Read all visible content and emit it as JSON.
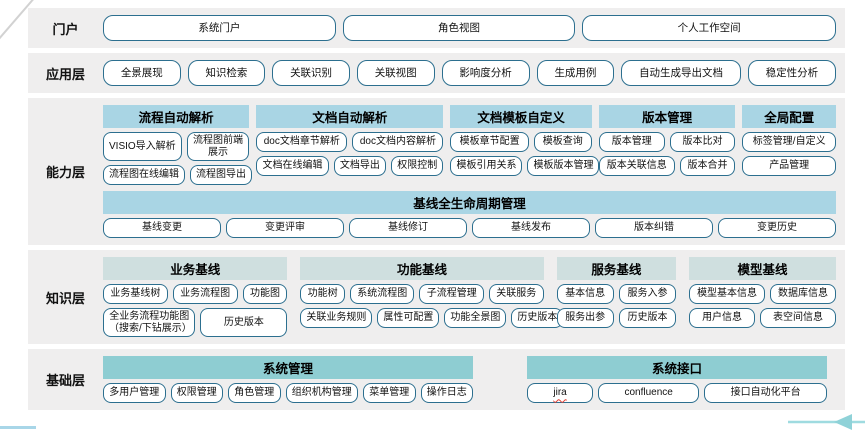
{
  "colors": {
    "button_border": "#2c6f8f",
    "row_background": "#efeeee",
    "capability_header": "#a9d5e4",
    "knowledge_header": "#cfdfdf",
    "foundation_header": "#8ecdd2",
    "edge_line": "#a8d6e8",
    "arrow": "#8fd2d8"
  },
  "layers": {
    "portal": {
      "label": "门户",
      "buttons": [
        "系统门户",
        "角色视图",
        "个人工作空间"
      ]
    },
    "application": {
      "label": "应用层",
      "buttons": [
        "全景展现",
        "知识检索",
        "关联识别",
        "关联视图",
        "影响度分析",
        "生成用例",
        "自动生成导出文档",
        "稳定性分析"
      ]
    },
    "capability": {
      "label": "能力层",
      "groups": [
        {
          "header": "流程自动解析",
          "rows": [
            [
              "VISIO导入解析",
              "流程图前端展示"
            ],
            [
              "流程图在线编辑",
              "流程图导出"
            ]
          ]
        },
        {
          "header": "文档自动解析",
          "rows": [
            [
              "doc文档章节解析",
              "doc文档内容解析"
            ],
            [
              "文档在线编辑",
              "文档导出",
              "权限控制"
            ]
          ]
        },
        {
          "header": "文档模板自定义",
          "rows": [
            [
              "模板章节配置",
              "模板查询"
            ],
            [
              "模板引用关系",
              "模板版本管理"
            ]
          ]
        },
        {
          "header": "版本管理",
          "rows": [
            [
              "版本管理",
              "版本比对"
            ],
            [
              "版本关联信息",
              "版本合并"
            ]
          ]
        },
        {
          "header": "全局配置",
          "rows": [
            [
              "标签管理/自定义"
            ],
            [
              "产品管理"
            ]
          ]
        }
      ],
      "baseline": {
        "header": "基线全生命周期管理",
        "buttons": [
          "基线变更",
          "变更评审",
          "基线修订",
          "基线发布",
          "版本纠错",
          "变更历史"
        ]
      }
    },
    "knowledge": {
      "label": "知识层",
      "groups": [
        {
          "header": "业务基线",
          "rows": [
            [
              "业务基线树",
              "业务流程图",
              "功能图"
            ],
            [
              "全业务流程功能图（搜索/下钻展示）",
              "历史版本"
            ]
          ]
        },
        {
          "header": "功能基线",
          "rows": [
            [
              "功能树",
              "系统流程图",
              "子流程管理",
              "关联服务"
            ],
            [
              "关联业务规则",
              "属性可配置",
              "功能全景图",
              "历史版本"
            ]
          ]
        },
        {
          "header": "服务基线",
          "rows": [
            [
              "基本信息",
              "服务入参"
            ],
            [
              "服务出参",
              "历史版本"
            ]
          ]
        },
        {
          "header": "模型基线",
          "rows": [
            [
              "模型基本信息",
              "数据库信息"
            ],
            [
              "用户信息",
              "表空间信息"
            ]
          ]
        }
      ]
    },
    "foundation": {
      "label": "基础层",
      "groups": [
        {
          "header": "系统管理",
          "rows": [
            [
              "多用户管理",
              "权限管理",
              "角色管理",
              "组织机构管理",
              "菜单管理",
              "操作日志"
            ]
          ]
        },
        {
          "header": "系统接口",
          "rows": [
            [
              "jira",
              "confluence",
              "接口自动化平台"
            ]
          ]
        }
      ]
    }
  }
}
